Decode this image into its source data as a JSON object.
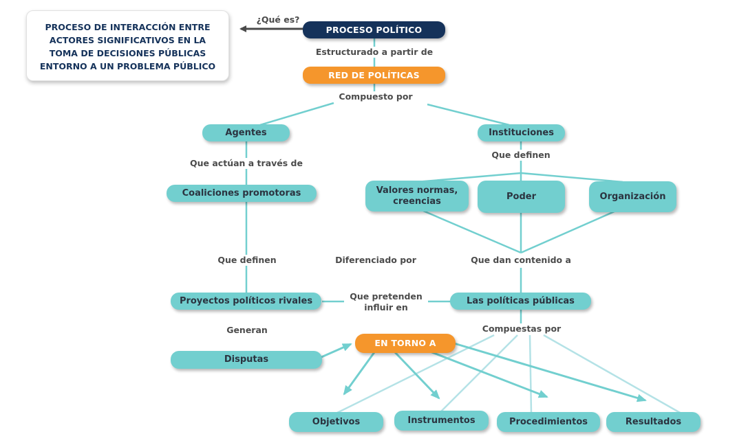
{
  "definition": "PROCESO DE INTERACCIÓN ENTRE ACTORES SIGNIFICATIVOS EN LA TOMA DE DECISIONES PÚBLICAS ENTORNO A UN PROBLEMA PÚBLICO",
  "nodes": {
    "proceso_politico": "PROCESO POLÍTICO",
    "red_de_politicas": "RED DE POLÍTICAS",
    "agentes": "Agentes",
    "instituciones": "Instituciones",
    "coaliciones": "Coaliciones promotoras",
    "valores": "Valores normas, creencias",
    "poder": "Poder",
    "organizacion": "Organización",
    "proyectos": "Proyectos políticos rivales",
    "politicas_publicas": "Las políticas públicas",
    "en_torno_a": "EN TORNO A",
    "disputas": "Disputas",
    "objetivos": "Objetivos",
    "instrumentos": "Instrumentos",
    "procedimientos": "Procedimientos",
    "resultados": "Resultados"
  },
  "labels": {
    "que_es": "¿Qué es?",
    "estructurado": "Estructurado a partir de",
    "compuesto_por": "Compuesto por",
    "actuan": "Que actúan a través de",
    "que_definen_inst": "Que definen",
    "que_definen_coal": "Que definen",
    "diferenciado": "Diferenciado por",
    "dan_contenido": "Que dan contenido a",
    "pretenden": "Que pretenden influir en",
    "generan": "Generan",
    "compuestas_por": "Compuestas por"
  },
  "colors": {
    "navy": "#15325a",
    "orange": "#f5962c",
    "teal": "#72cfcf",
    "line": "#72cfcf",
    "line_light": "#b4e2e6",
    "arrow_gray": "#4a4a4a"
  }
}
